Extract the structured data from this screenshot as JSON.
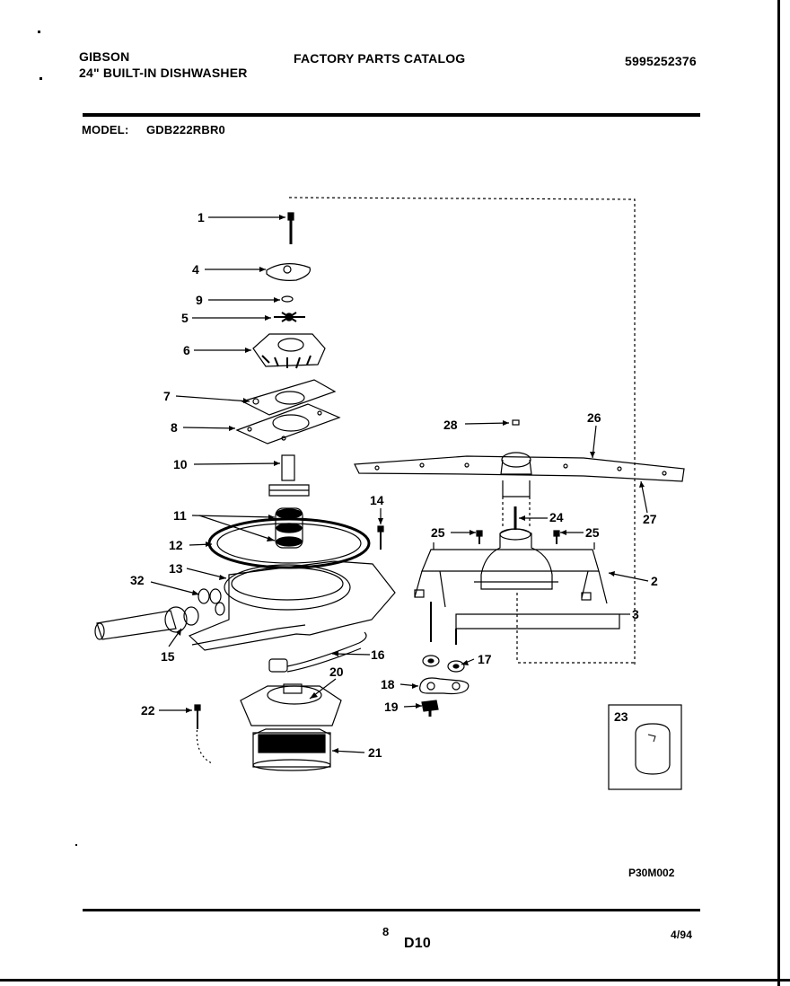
{
  "header": {
    "brand": "GIBSON",
    "product": "24\" BUILT-IN DISHWASHER",
    "catalog_title": "FACTORY PARTS CATALOG",
    "catalog_number": "5995252376"
  },
  "model": {
    "label": "MODEL:",
    "value": "GDB222RBR0"
  },
  "diagram": {
    "part_labels": [
      "1",
      "4",
      "9",
      "5",
      "6",
      "7",
      "8",
      "10",
      "11",
      "12",
      "13",
      "32",
      "15",
      "14",
      "16",
      "20",
      "22",
      "21",
      "28",
      "26",
      "27",
      "24",
      "25",
      "25",
      "2",
      "3",
      "17",
      "18",
      "19",
      "23"
    ],
    "figure_code": "P30M002"
  },
  "footer": {
    "page_number": "8",
    "page_code": "D10",
    "date": "4/94"
  }
}
